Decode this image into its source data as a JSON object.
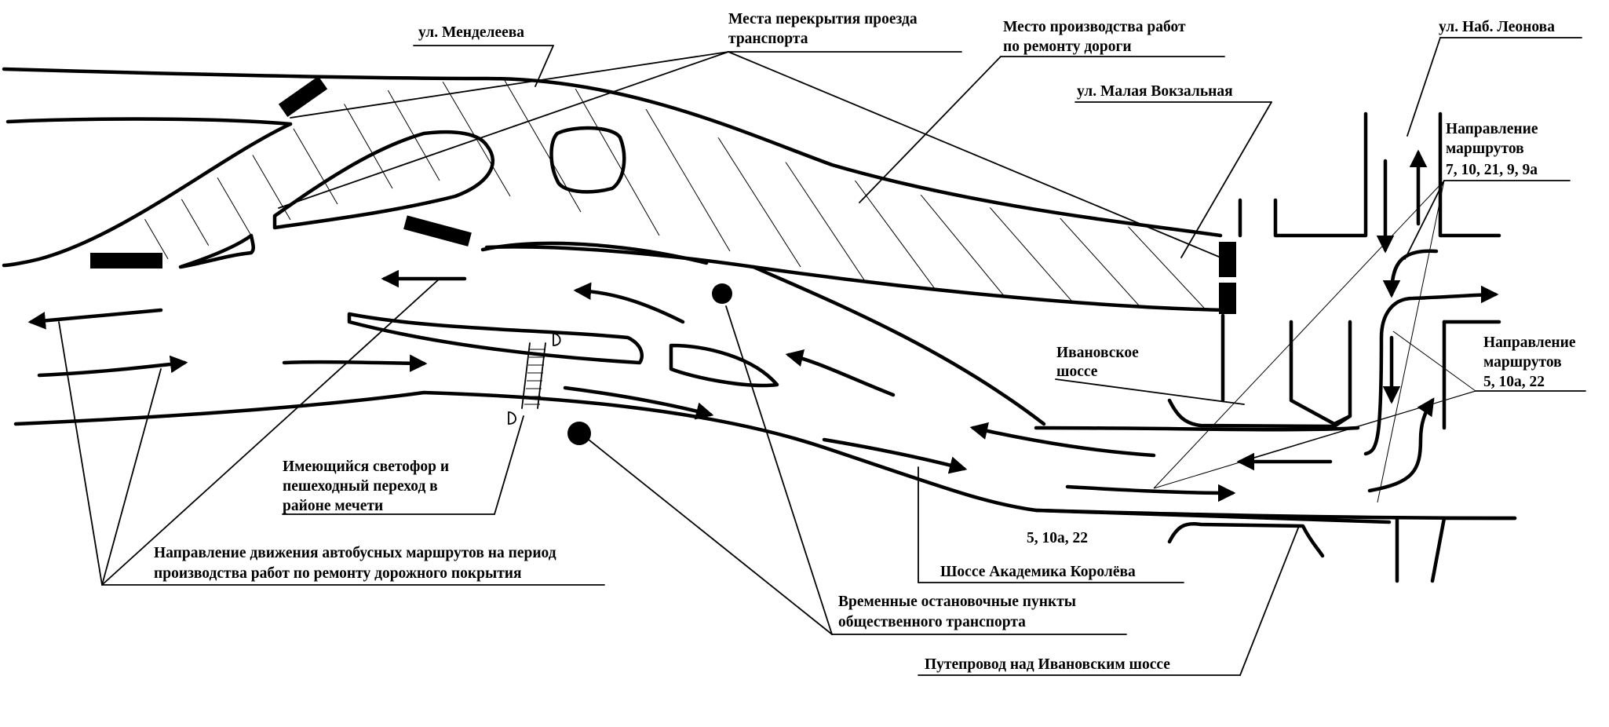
{
  "labels": {
    "mendeleeva": "ул. Менделеева",
    "closures_line1": "Места перекрытия проезда",
    "closures_line2": "транспорта",
    "works_line1": "Место производства работ",
    "works_line2": "по ремонту дороги",
    "nab_leonova": "ул. Наб. Леонова",
    "malaya_vokzalnaya": "ул. Малая Вокзальная",
    "routes_top_line1": "Направление",
    "routes_top_line2": "маршрутов",
    "routes_top_line3": "7, 10, 21, 9, 9а",
    "routes_mid_line1": "Направление",
    "routes_mid_line2": "маршрутов",
    "routes_mid_line3": "5, 10а, 22",
    "ivanovskoe_line1": "Ивановское",
    "ivanovskoe_line2": "шоссе",
    "lights_line1": "Имеющийся светофор и",
    "lights_line2": "пешеходный переход в",
    "lights_line3": "районе мечети",
    "routes_bottom_num": "5, 10а, 22",
    "bus_dir_line1": "Направление движения автобусных маршрутов на период",
    "bus_dir_line2": "производства работ по ремонту дорожного покрытия",
    "korolev": "Шоссе Академика Королёва",
    "stops_line1": "Временные остановочные пункты",
    "stops_line2": "общественного транспорта",
    "overpass": "Путепровод над Ивановским шоссе"
  }
}
